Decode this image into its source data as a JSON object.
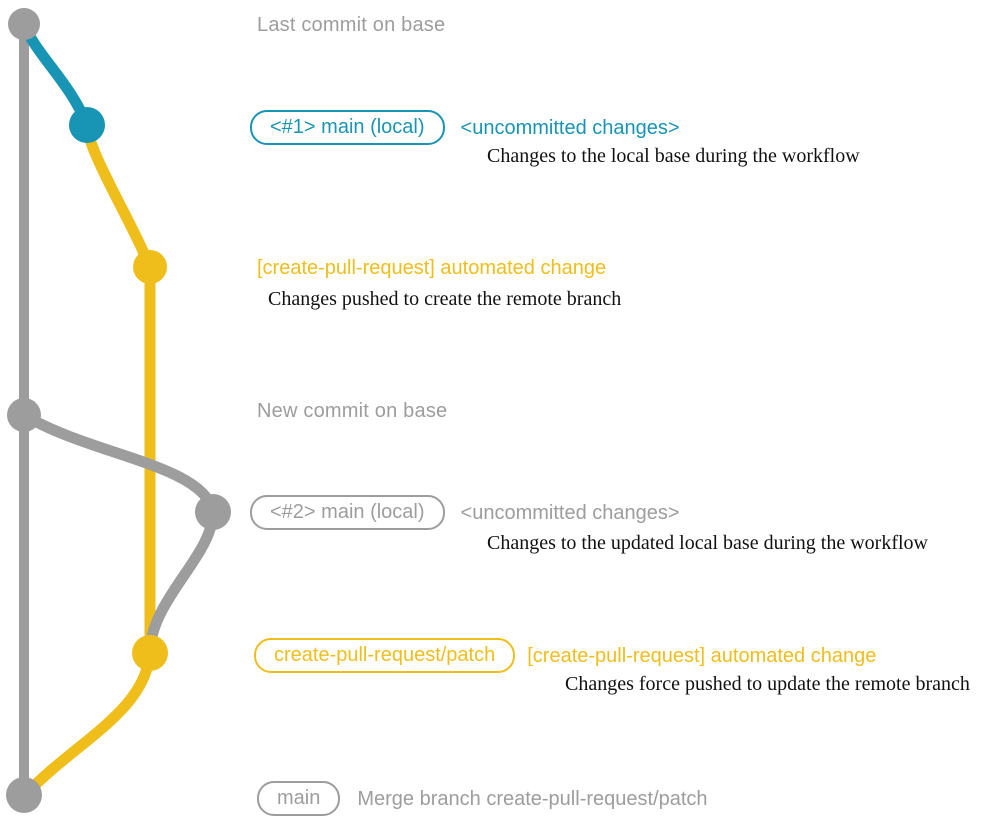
{
  "colors": {
    "base_gray": "#9d9d9d",
    "branch_blue": "#1894b4",
    "branch_yellow": "#efbe1b",
    "caption_black": "#111111",
    "background": "#ffffff"
  },
  "graph": {
    "description": "git commit graph",
    "nodes": [
      {
        "id": "last-commit-on-base",
        "branch": "base",
        "color_key": "base_gray"
      },
      {
        "id": "local-main-1",
        "branch": "local-main",
        "color_key": "branch_blue"
      },
      {
        "id": "automated-change-1",
        "branch": "create-pull-request-patch",
        "color_key": "branch_yellow"
      },
      {
        "id": "new-commit-on-base",
        "branch": "base",
        "color_key": "base_gray"
      },
      {
        "id": "local-main-2",
        "branch": "local-main",
        "color_key": "base_gray"
      },
      {
        "id": "automated-change-2",
        "branch": "create-pull-request-patch",
        "color_key": "branch_yellow"
      },
      {
        "id": "merge-commit",
        "branch": "base",
        "color_key": "base_gray"
      }
    ]
  },
  "rows": {
    "r1": {
      "label": "Last commit on base"
    },
    "r2": {
      "badge": "<#1> main (local)",
      "side": "<uncommitted changes>",
      "caption": "Changes to the local base during the workflow"
    },
    "r3": {
      "message": "[create-pull-request] automated change",
      "caption": "Changes pushed to create the remote branch"
    },
    "r4": {
      "label": "New commit on base"
    },
    "r5": {
      "badge": "<#2> main (local)",
      "side": "<uncommitted changes>",
      "caption": "Changes to the updated local base during the workflow"
    },
    "r6": {
      "badge": "create-pull-request/patch",
      "side": "[create-pull-request] automated change",
      "caption": "Changes force pushed to update the remote branch"
    },
    "r7": {
      "badge": "main",
      "side": "Merge branch create-pull-request/patch"
    }
  }
}
